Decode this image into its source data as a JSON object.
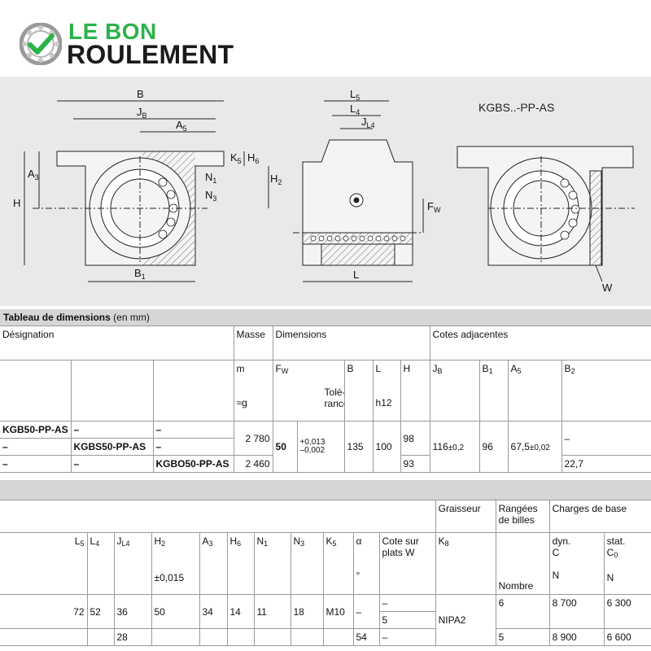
{
  "brand": {
    "line1": "LE BON",
    "line2": "ROULEMENT",
    "accent": "#2bb34a"
  },
  "drawing": {
    "variant_label": "KGBS..-PP-AS",
    "dim_labels": [
      "B",
      "JB",
      "A5",
      "L5",
      "L4",
      "JL4",
      "K5",
      "H6",
      "A3",
      "N1",
      "H2",
      "N3",
      "H",
      "FW",
      "B1",
      "L",
      "W"
    ]
  },
  "table1": {
    "title_bold": "Tableau de dimensions",
    "title_rest": "(en mm)",
    "h_designation": "Désignation",
    "h_masse": "Masse",
    "h_dimensions": "Dimensions",
    "h_cotes": "Cotes adjacentes",
    "h_m": "m",
    "h_fw": "F",
    "h_fw_sub": "W",
    "h_B": "B",
    "h_L": "L",
    "h_H": "H",
    "h_JB": "J",
    "h_JB_sub": "B",
    "h_B1": "B",
    "h_B1_sub": "1",
    "h_A5": "A",
    "h_A5_sub": "5",
    "h_B2": "B",
    "h_B2_sub": "2",
    "h_unit_g": "≈g",
    "h_tol": "Tolé-rances",
    "h_h12": "h12",
    "rows": [
      {
        "d1": "KGB50-PP-AS",
        "d2": "–",
        "d3": "–"
      },
      {
        "d1": "–",
        "d2": "KGBS50-PP-AS",
        "d3": "–"
      },
      {
        "d1": "–",
        "d2": "–",
        "d3": "KGBO50-PP-AS"
      }
    ],
    "mass_a": "2 780",
    "mass_b": "2 460",
    "fw": "50",
    "tol_up": "+0,013",
    "tol_lo": "–0,002",
    "B": "135",
    "L": "100",
    "H_a": "98",
    "H_b": "93",
    "JB": "116",
    "JB_tol": "±0,2",
    "B1": "96",
    "A5": "67,5",
    "A5_tol": "±0,02",
    "B2_a": "–",
    "B2_b": "22,7"
  },
  "table2": {
    "h_graisseur": "Graisseur",
    "h_rangees": "Rangées de billes",
    "h_charges": "Charges de base",
    "h_L5": "L",
    "h_L5_sub": "5",
    "h_L4": "L",
    "h_L4_sub": "4",
    "h_JL4": "J",
    "h_JL4_sub": "L4",
    "h_H2": "H",
    "h_H2_sub": "2",
    "h_A3": "A",
    "h_A3_sub": "3",
    "h_H6": "H",
    "h_H6_sub": "6",
    "h_N1": "N",
    "h_N1_sub": "1",
    "h_N3": "N",
    "h_N3_sub": "3",
    "h_K5": "K",
    "h_K5_sub": "5",
    "h_alpha": "α",
    "h_cote": "Cote sur plats W",
    "h_K8": "K",
    "h_K8_sub": "8",
    "h_dyn": "dyn.",
    "h_C": "C",
    "h_stat": "stat.",
    "h_C0": "C",
    "h_C0_sub": "0",
    "h_H2_tol": "±0,015",
    "h_deg": "°",
    "h_nombre": "Nombre",
    "h_N": "N",
    "h_N2": "N",
    "L5": "72",
    "L4": "52",
    "JL4_a": "36",
    "JL4_b": "28",
    "H2": "50",
    "A3": "34",
    "H6": "14",
    "N1": "11",
    "N3": "18",
    "K5": "M10",
    "alpha_a": "–",
    "alpha_b": "54",
    "W_a": "–",
    "W_b": "5",
    "W_c": "–",
    "K8": "NIPA2",
    "rows_a": "6",
    "rows_b": "5",
    "dyn_a": "8 700",
    "dyn_b": "8 900",
    "stat_a": "6 300",
    "stat_b": "6 600"
  }
}
